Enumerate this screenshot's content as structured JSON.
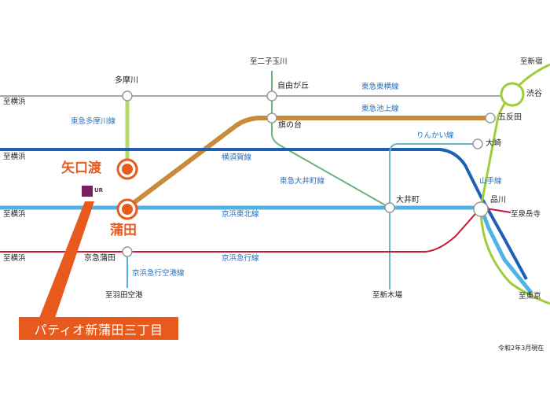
{
  "colors": {
    "tokyu_tamagawa": "#b7d96a",
    "tokyu_ikegami": "#c98a3a",
    "tokyu_oimachi": "#6ab27a",
    "yokosuka": "#1e5fb4",
    "keihin_tohoku": "#4fb3e6",
    "keikyu": "#c41a3a",
    "rinkai": "#6ab7c8",
    "yamanote": "#9fcc3a",
    "accent": "#e8591d"
  },
  "stations": {
    "tamagawa": "多摩川",
    "jiyugaoka": "自由が丘",
    "shibuya": "渋谷",
    "hatanodai": "旗の台",
    "gotanda": "五反田",
    "osaki": "大崎",
    "yaguchinowatashi": "矢口渡",
    "kamata": "蒲田",
    "oimachi": "大井町",
    "shinagawa": "品川",
    "keikyu_kamata": "京急蒲田"
  },
  "lines": {
    "toyoko": "東急東横線",
    "ikegami": "東急池上線",
    "tamagawa": "東急多摩川線",
    "rinkai": "りんかい線",
    "yokosuka": "横須賀線",
    "oimachi": "東急大井町線",
    "yamanote": "山手線",
    "keihin_tohoku": "京浜東北線",
    "keikyu": "京浜急行線",
    "keikyu_airport": "京浜急行空港線"
  },
  "directions": {
    "futako": "至二子玉川",
    "shinjuku": "至新宿",
    "yokohama_1": "至横浜",
    "yokohama_2": "至横浜",
    "yokohama_3": "至横浜",
    "yokohama_4": "至横浜",
    "sengakuji": "至泉岳寺",
    "tokyo": "至東京",
    "haneda": "至羽田空港",
    "shinkiba": "至新木場"
  },
  "property": {
    "name": "パティオ新蒲田三丁目",
    "logo_text": "UR"
  },
  "date_note": "令和2年3月現在"
}
